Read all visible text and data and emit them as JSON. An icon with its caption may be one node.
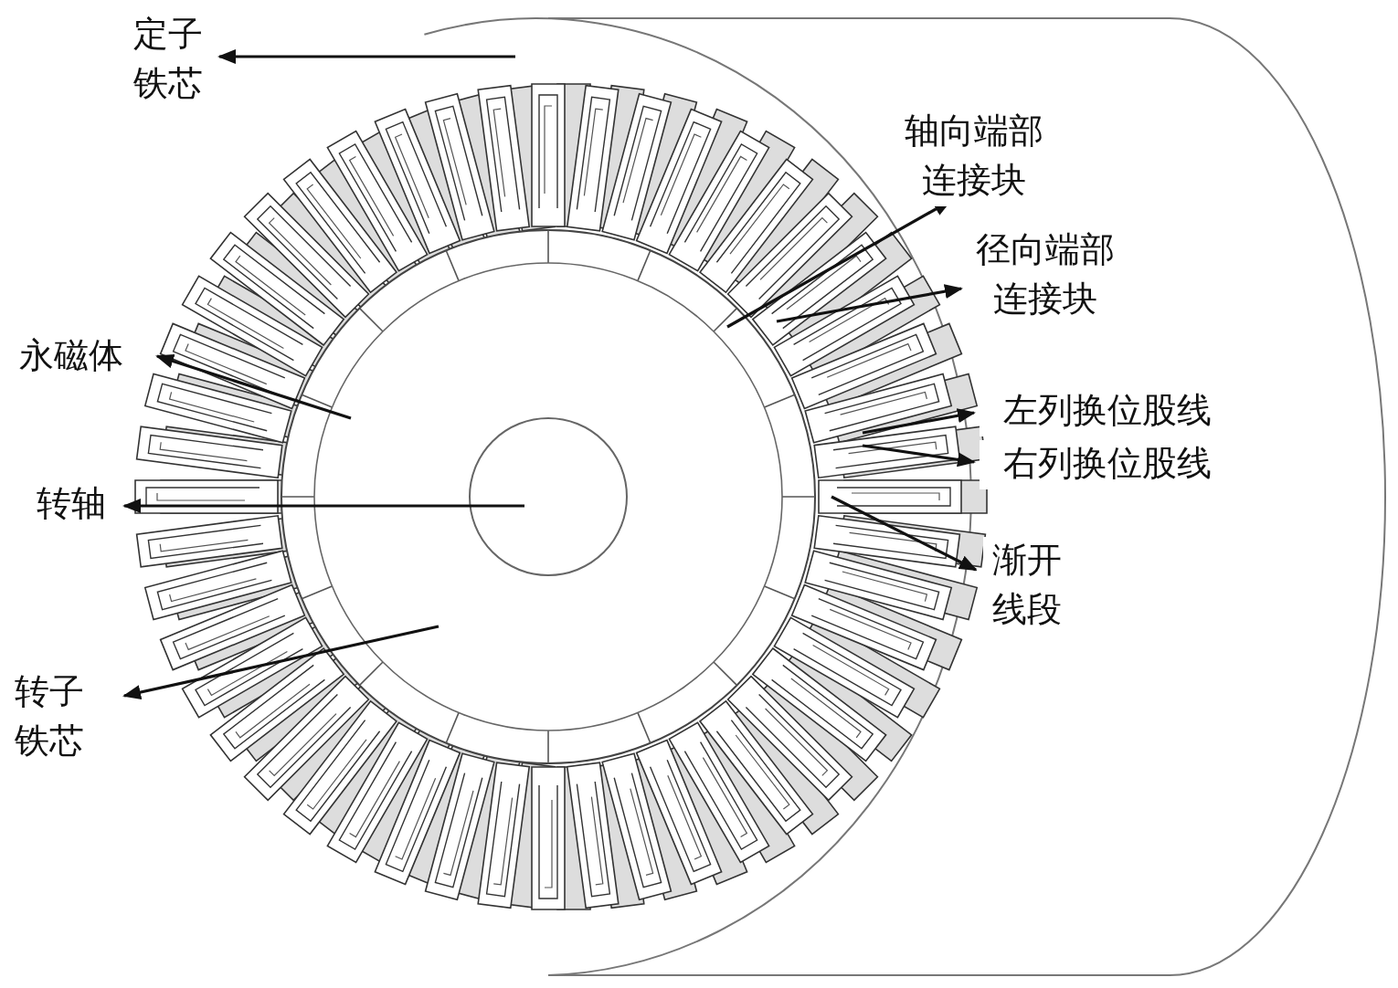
{
  "diagram": {
    "nodes": [
      {
        "text": [
          "定子铁芯"
        ]
      },
      {
        "text": [
          "轴向端部连接块"
        ]
      },
      {
        "text": [
          "径向端部连接块"
        ]
      },
      {
        "text": [
          "永磁体"
        ]
      },
      {
        "text": [
          "左列换位股线"
        ]
      },
      {
        "text": [
          "右列换位股线"
        ]
      },
      {
        "text": [
          "转轴"
        ]
      },
      {
        "text": [
          "渐开线段"
        ]
      },
      {
        "text": [
          "转子铁芯"
        ]
      }
    ],
    "edges": [
      {
        "from": null,
        "to": 0,
        "arrow": "to"
      },
      {
        "from": null,
        "to": 1,
        "arrow": "to"
      },
      {
        "from": null,
        "to": 2,
        "arrow": "to"
      },
      {
        "from": null,
        "to": 3,
        "arrow": "to"
      },
      {
        "from": null,
        "to": 4,
        "arrow": "to"
      },
      {
        "from": null,
        "to": 5,
        "arrow": "to"
      },
      {
        "from": null,
        "to": 6,
        "arrow": "to"
      },
      {
        "from": null,
        "to": 7,
        "arrow": "to"
      },
      {
        "from": null,
        "to": 8,
        "arrow": "to"
      }
    ]
  }
}
